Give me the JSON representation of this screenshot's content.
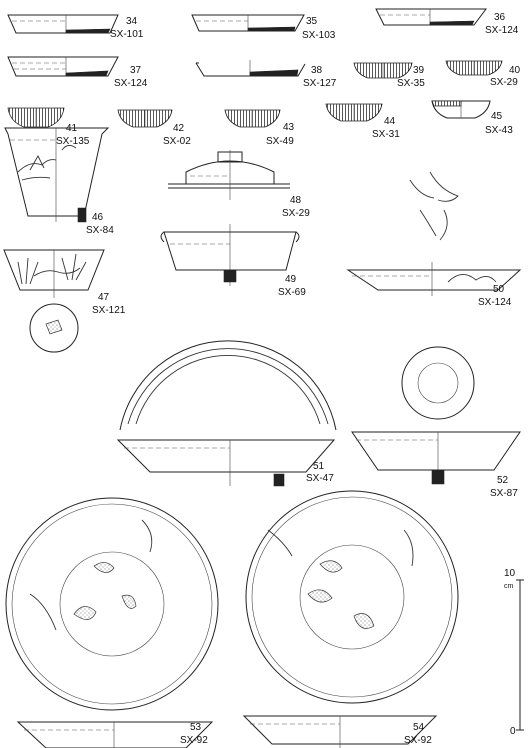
{
  "figures": [
    {
      "number": "34",
      "code": "SX-101"
    },
    {
      "number": "35",
      "code": "SX-103"
    },
    {
      "number": "36",
      "code": "SX-124"
    },
    {
      "number": "37",
      "code": "SX-124"
    },
    {
      "number": "38",
      "code": "SX-127"
    },
    {
      "number": "39",
      "code": "SX-35"
    },
    {
      "number": "40",
      "code": "SX-29"
    },
    {
      "number": "41",
      "code": "SX-135"
    },
    {
      "number": "42",
      "code": "SX-02"
    },
    {
      "number": "43",
      "code": "SX-49"
    },
    {
      "number": "44",
      "code": "SX-31"
    },
    {
      "number": "45",
      "code": "SX-43"
    },
    {
      "number": "46",
      "code": "SX-84"
    },
    {
      "number": "47",
      "code": "SX-121"
    },
    {
      "number": "48",
      "code": "SX-29"
    },
    {
      "number": "49",
      "code": "SX-69"
    },
    {
      "number": "50",
      "code": "SX-124"
    },
    {
      "number": "51",
      "code": "SX-47"
    },
    {
      "number": "52",
      "code": "SX-87"
    },
    {
      "number": "53",
      "code": "SX-92"
    },
    {
      "number": "54",
      "code": "SX-92"
    }
  ],
  "scale": {
    "top_label": "10",
    "unit_label": "cm",
    "bottom_label": "0"
  }
}
